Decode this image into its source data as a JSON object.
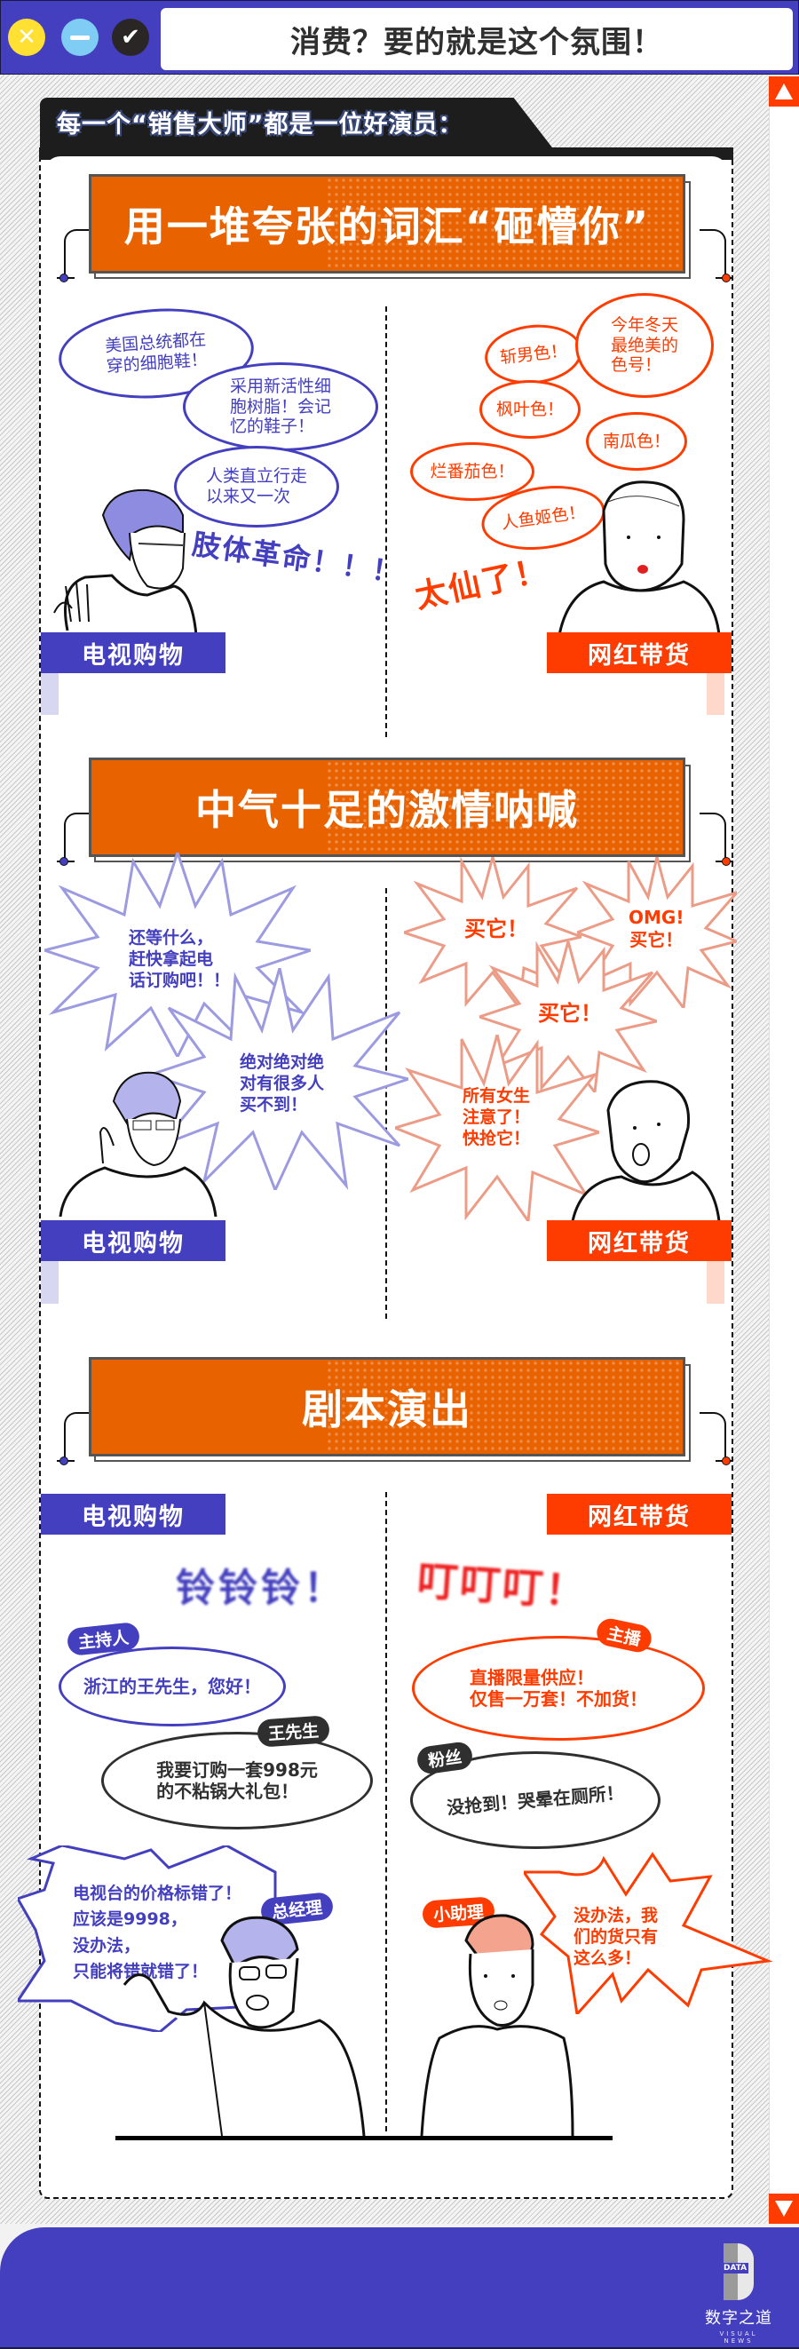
{
  "window": {
    "title": "消费？要的就是这个氛围！",
    "buttons": [
      {
        "name": "close",
        "icon": "x-icon",
        "color": "#ffe033"
      },
      {
        "name": "minimize",
        "icon": "minus-icon",
        "color": "#7fcdf4"
      },
      {
        "name": "confirm",
        "icon": "check-icon",
        "color": "#2b2626"
      }
    ]
  },
  "colors": {
    "brand_blue": "#433fbe",
    "brand_red": "#ff3c00",
    "banner_orange": "#e86200",
    "dark": "#2f2f2f"
  },
  "intro": {
    "heading": "每一个“销售大师”都是一位好演员："
  },
  "labels": {
    "tv": "电视购物",
    "web": "网红带货"
  },
  "section1": {
    "banner": "用一堆夸张的词汇“砸懵你”",
    "tv_bubbles": [
      "美国总统都在\n穿的细胞鞋！",
      "采用新活性细\n胞树脂！会记\n忆的鞋子！",
      "人类直立行走\n以来又一次"
    ],
    "tv_shout": "肢体革命！！！",
    "web_bubbles": [
      "斩男色！",
      "今年冬天\n最绝美的\n色号！",
      "枫叶色！",
      "南瓜色！",
      "烂番茄色！",
      "人鱼姬色！"
    ],
    "web_shout": "太仙了！"
  },
  "section2": {
    "banner": "中气十足的激情呐喊",
    "tv_bursts": [
      "还等什么，\n赶快拿起电\n话订购吧！！",
      "绝对绝对绝\n对有很多人\n买不到！"
    ],
    "web_bursts": [
      "买它！",
      "OMG!\n买它！",
      "买它！",
      "所有女生\n注意了！\n快抢它！"
    ]
  },
  "section3": {
    "banner": "剧本演出",
    "tv": {
      "sound": "铃铃铃！",
      "dialogs": [
        {
          "speaker": "主持人",
          "text": "浙江的王先生，您好！"
        },
        {
          "speaker": "王先生",
          "text": "我要订购一套998元\n的不粘锅大礼包！"
        },
        {
          "speaker": "总经理",
          "text": "电视台的价格标错了！\n应该是9998，\n没办法，\n只能将错就错了！"
        }
      ]
    },
    "web": {
      "sound": "叮叮叮！",
      "dialogs": [
        {
          "speaker": "主播",
          "text": "直播限量供应！\n仅售一万套！不加货！"
        },
        {
          "speaker": "粉丝",
          "text": "没抢到！哭晕在厕所！"
        },
        {
          "speaker": "小助理",
          "text": "没办法，我\n们的货只有\n这么多！"
        }
      ]
    }
  },
  "scrollbar": {
    "up_icon": "arrow-up-icon",
    "down_icon": "arrow-down-icon"
  },
  "footer": {
    "logo_mark": "DATA",
    "logo_name": "数字之道",
    "logo_sub": "VISUAL NEWS"
  }
}
